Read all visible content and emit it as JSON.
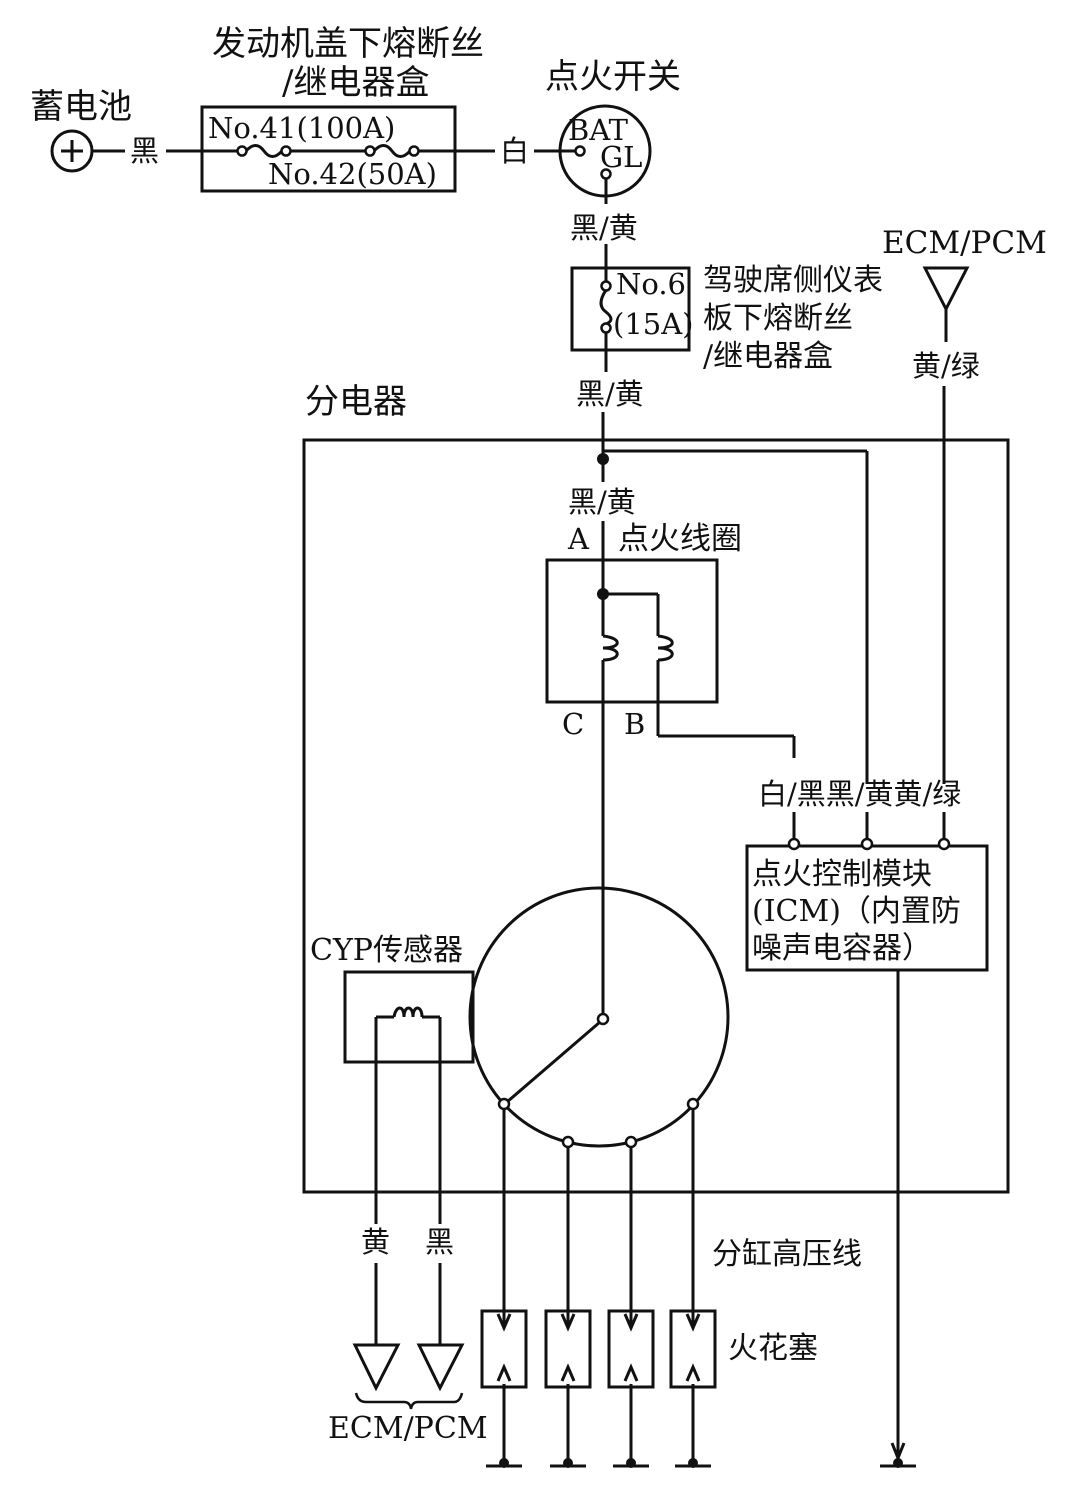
{
  "labels": {
    "battery": "蓄电池",
    "fuse_box_line1": "发动机盖下熔断丝",
    "fuse_box_line2": "/继电器盒",
    "fuse41": "No.41(100A)",
    "fuse42": "No.42(50A)",
    "wire_black_battery": "黑",
    "wire_white": "白",
    "ignition_switch": "点火开关",
    "bat_terminal": "BAT",
    "ig1_terminal": "GL",
    "wire_black_yellow_1": "黑/黄",
    "fuse6_line1": "No.6",
    "fuse6_line2": "(15A)",
    "dash_box_line1": "驾驶席侧仪表",
    "dash_box_line2": "板下熔断丝",
    "dash_box_line3": "/继电器盒",
    "wire_black_yellow_2": "黑/黄",
    "ecm_pcm_top": "ECM/PCM",
    "wire_yellow_green": "黄/绿",
    "distributor": "分电器",
    "wire_black_yellow_3": "黑/黄",
    "terminal_a": "A",
    "ignition_coil": "点火线圈",
    "terminal_c": "C",
    "terminal_b": "B",
    "icm_wires": "白/黑黑/黄黄/绿",
    "icm_line1": "点火控制模块",
    "icm_line2": "(ICM)（内置防",
    "icm_line3": "噪声电容器）",
    "cyp_sensor": "CYP传感器",
    "wire_yellow": "黄",
    "wire_black": "黑",
    "ecm_pcm_bottom": "ECM/PCM",
    "hv_leads": "分缸高压线",
    "spark_plugs": "火花塞"
  },
  "icons": {
    "battery_plus": "plus-circle-icon",
    "ecm_arrow": "down-triangle-icon",
    "ground": "ground-icon"
  },
  "colors": {
    "line": "#111111",
    "background": "#ffffff"
  }
}
